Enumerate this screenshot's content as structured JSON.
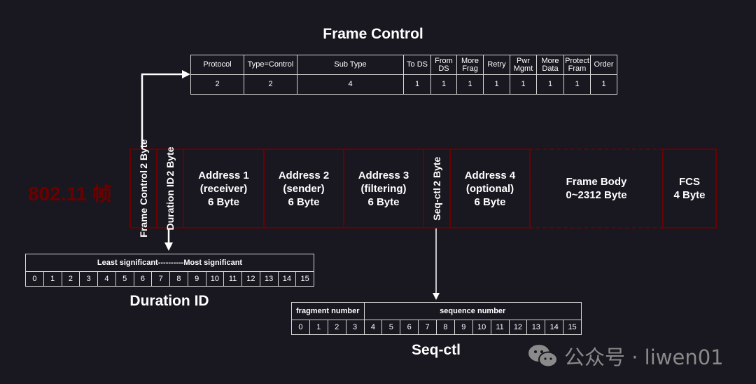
{
  "frame_label": "802.11 帧",
  "frame_control": {
    "title": "Frame Control",
    "headers": [
      "Protocol",
      "Type=Control",
      "Sub Type",
      "To DS",
      "From DS",
      "More Frag",
      "Retry",
      "Pwr Mgmt",
      "More Data",
      "Protect Fram",
      "Order"
    ],
    "values": [
      "2",
      "2",
      "4",
      "1",
      "1",
      "1",
      "1",
      "1",
      "1",
      "1",
      "1"
    ]
  },
  "fields": [
    {
      "line1": "Frame Control",
      "line2": "2 Byte"
    },
    {
      "line1": "Duration ID",
      "line2": "2 Byte"
    },
    {
      "line1": "Address 1",
      "line2": "(receiver)",
      "line3": "6 Byte"
    },
    {
      "line1": "Address 2",
      "line2": "(sender)",
      "line3": "6 Byte"
    },
    {
      "line1": "Address 3",
      "line2": "(filtering)",
      "line3": "6 Byte"
    },
    {
      "line1": "Seq-ctl",
      "line2": "2 Byte"
    },
    {
      "line1": "Address 4",
      "line2": "(optional)",
      "line3": "6 Byte"
    },
    {
      "line1": "Frame Body",
      "line2": "0~2312 Byte"
    },
    {
      "line1": "FCS",
      "line2": "4 Byte"
    }
  ],
  "duration": {
    "title": "Duration ID",
    "header": "Least significant----------Most significant",
    "bits": [
      "0",
      "1",
      "2",
      "3",
      "4",
      "5",
      "6",
      "7",
      "8",
      "9",
      "10",
      "11",
      "12",
      "13",
      "14",
      "15"
    ]
  },
  "seqctl": {
    "title": "Seq-ctl",
    "header_fragment": "fragment number",
    "header_sequence": "sequence number",
    "bits": [
      "0",
      "1",
      "2",
      "3",
      "4",
      "5",
      "6",
      "7",
      "8",
      "9",
      "10",
      "11",
      "12",
      "13",
      "14",
      "15"
    ]
  },
  "watermark": "公众号 · liwen01"
}
